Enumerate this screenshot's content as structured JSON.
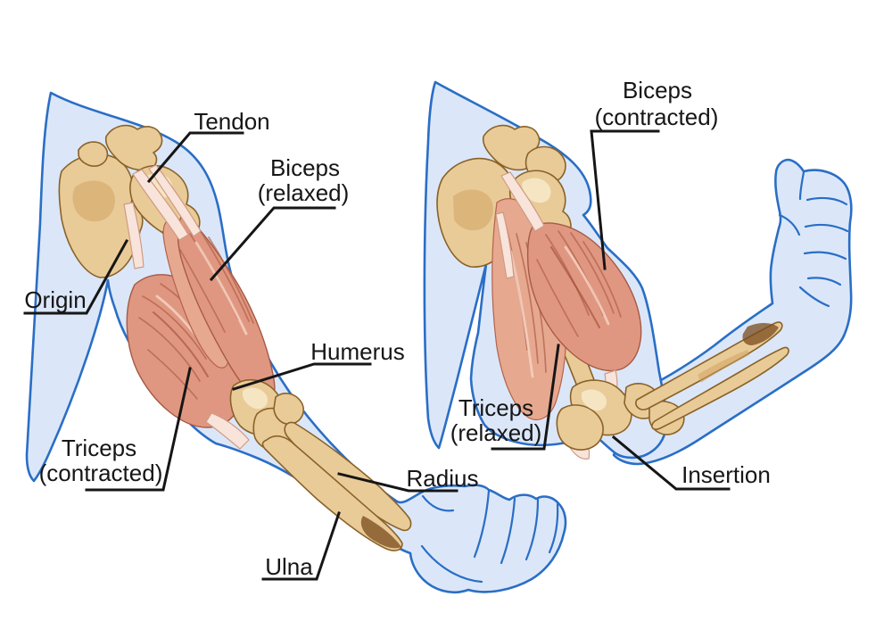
{
  "colors": {
    "background": "#ffffff",
    "skin_fill": "#dbe7f8",
    "skin_outline": "#2a6ec6",
    "bone_fill": "#e9cb98",
    "bone_outline": "#8a6228",
    "bone_shade": "#cfa05e",
    "bone_dark": "#7a4b1e",
    "muscle_fill": "#e09781",
    "muscle_striation": "#b4634c",
    "muscle_deep": "#9c4a36",
    "muscle_highlight": "#f5d2c2",
    "tendon_fill": "#f8e4da",
    "label_color": "#161616"
  },
  "left_panel": {
    "name": "extended-arm",
    "labels": {
      "tendon": "Tendon",
      "biceps_line1": "Biceps",
      "biceps_line2": "(relaxed)",
      "origin": "Origin",
      "humerus": "Humerus",
      "triceps_line1": "Triceps",
      "triceps_line2": "(contracted)",
      "radius": "Radius",
      "ulna": "Ulna"
    }
  },
  "right_panel": {
    "name": "flexed-arm",
    "labels": {
      "biceps_line1": "Biceps",
      "biceps_line2": "(contracted)",
      "triceps_line1": "Triceps",
      "triceps_line2": "(relaxed)",
      "insertion": "Insertion"
    }
  }
}
